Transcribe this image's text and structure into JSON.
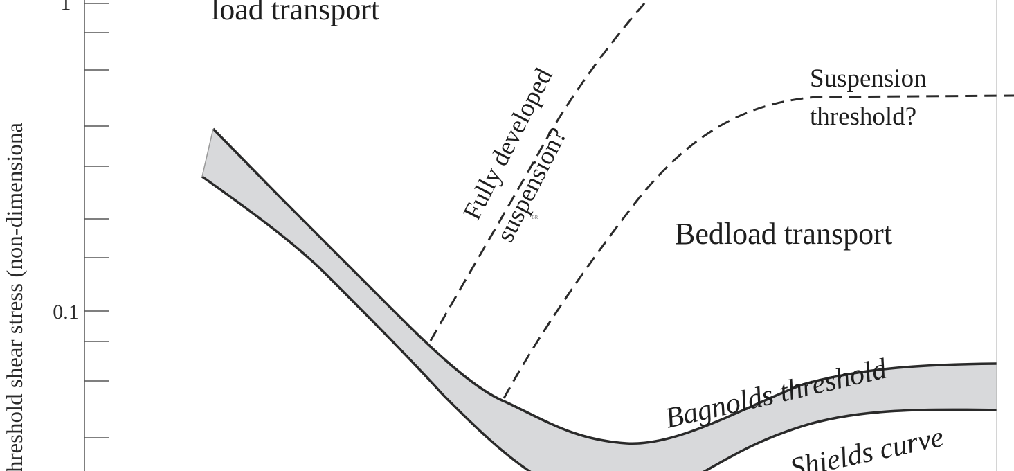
{
  "chart_data": {
    "type": "line",
    "title": "",
    "xlabel": "",
    "ylabel": "hreshold shear stress (non-dimensiona",
    "y_scale": "log",
    "y_ticks": [
      {
        "label": "1",
        "value": 1
      },
      {
        "label": "0.1",
        "value": 0.1
      }
    ],
    "grid": false,
    "regions": [
      {
        "name": "load transport"
      },
      {
        "name": "Bedload transport"
      }
    ],
    "series": [
      {
        "name": "Bagnolds threshold",
        "style": "solid"
      },
      {
        "name": "Shields curve",
        "style": "solid"
      },
      {
        "name": "Fully developed suspension?",
        "style": "dashed"
      },
      {
        "name": "Suspension threshold?",
        "style": "dashed"
      }
    ],
    "band": {
      "between": [
        "Bagnolds threshold",
        "Shields curve"
      ],
      "color": "#d8d9db"
    },
    "annotations": [
      "Fully developed",
      "suspension?",
      "Suspension",
      "threshold?",
      "BR"
    ],
    "colors": {
      "line": "#2a2a2a",
      "band": "#d8d9db",
      "axis": "#555555"
    }
  },
  "labels": {
    "load_transport": "load transport",
    "bedload_transport": "Bedload transport",
    "fully_developed_1": "Fully developed",
    "fully_developed_2": "suspension?",
    "suspension_1": "Suspension",
    "suspension_2": "threshold?",
    "bagnolds": "Bagnolds threshold",
    "shields": "Shields curve",
    "watermark": "BR"
  }
}
